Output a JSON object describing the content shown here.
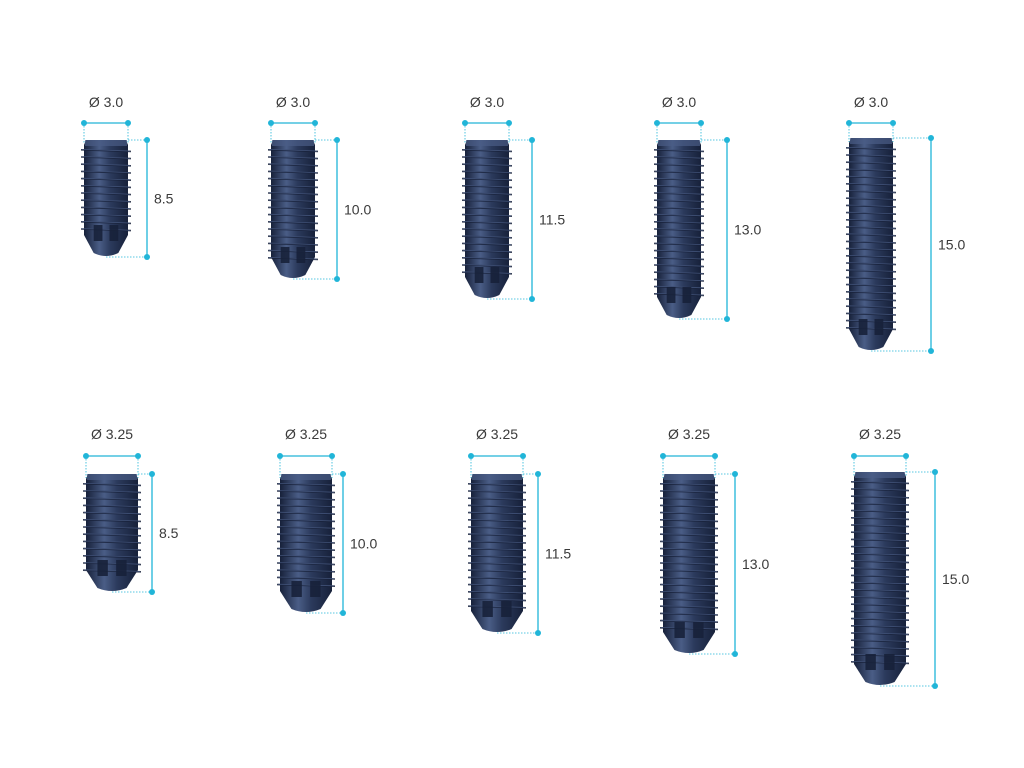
{
  "colors": {
    "background": "#ffffff",
    "implant_body": "#2b3a5c",
    "implant_shadow": "#17213a",
    "implant_highlight": "#4a5d86",
    "dimension_line": "#21b5d8",
    "label_text": "#3a3a3a"
  },
  "rows": [
    {
      "diameter_label": "Ø 3.0",
      "implants": [
        {
          "length_label": "8.5"
        },
        {
          "length_label": "10.0"
        },
        {
          "length_label": "11.5"
        },
        {
          "length_label": "13.0"
        },
        {
          "length_label": "15.0"
        }
      ]
    },
    {
      "diameter_label": "Ø 3.25",
      "implants": [
        {
          "length_label": "8.5"
        },
        {
          "length_label": "10.0"
        },
        {
          "length_label": "11.5"
        },
        {
          "length_label": "13.0"
        },
        {
          "length_label": "15.0"
        }
      ]
    }
  ]
}
